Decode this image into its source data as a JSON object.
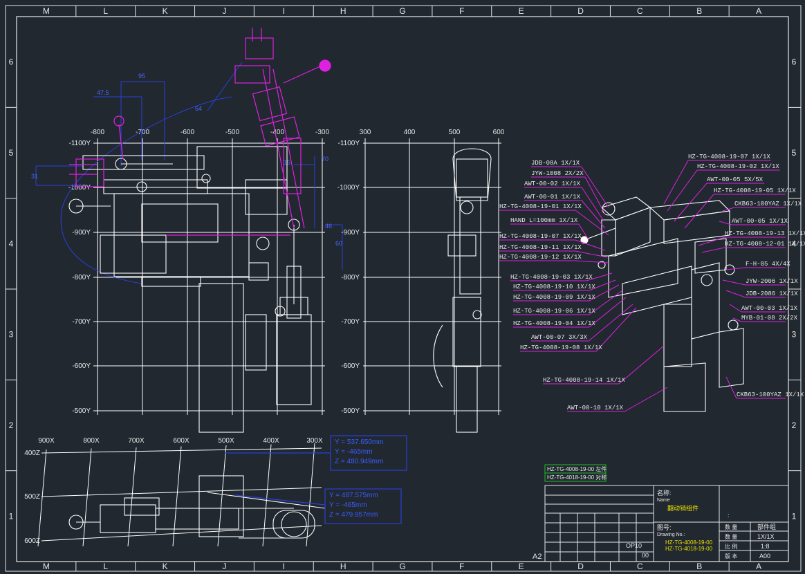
{
  "drawing": {
    "background": "#212830",
    "colors": {
      "geometry": "#ffffff",
      "magenta": "#e020e0",
      "blue": "#2b40d8",
      "yellow": "#e8e000",
      "green": "#20c020",
      "cyan": "#20b8d0"
    }
  },
  "border": {
    "columns": [
      "M",
      "L",
      "K",
      "J",
      "I",
      "H",
      "G",
      "F",
      "E",
      "D",
      "C",
      "B",
      "A"
    ],
    "rows": [
      "6",
      "5",
      "4",
      "3",
      "2",
      "1"
    ]
  },
  "front_view": {
    "x_axis": [
      "-800",
      "-700",
      "-600",
      "-500",
      "-400",
      "-300"
    ],
    "y_axis": [
      "-1100Y",
      "-1000Y",
      "-900Y",
      "-800Y",
      "-700Y",
      "-600Y",
      "-500Y"
    ],
    "dims": [
      "95",
      "47.5",
      "54",
      "70",
      "31",
      "60",
      "15",
      "46"
    ]
  },
  "side_view": {
    "x_axis": [
      "300",
      "400",
      "500",
      "600"
    ],
    "y_axis": [
      "-1100Y",
      "-1000Y",
      "-900Y",
      "-800Y",
      "-700Y",
      "-600Y",
      "-500Y"
    ]
  },
  "plan_view": {
    "x_axis": [
      "900X",
      "800X",
      "700X",
      "600X",
      "500X",
      "400X",
      "300X"
    ],
    "y_axis": [
      "400Z",
      "500Z",
      "600Z"
    ],
    "coord_box_1": [
      "Y = 537.650mm",
      "Y = -465mm",
      "Z = 480.949mm"
    ],
    "coord_box_2": [
      "Y = 487.575mm",
      "Y = -465mm",
      "Z = 479.957mm"
    ]
  },
  "callouts_left": [
    "JDB-08A  1X/1X",
    "JYW-1008  2X/2X",
    "AWT-00-02  1X/1X",
    "AWT-00-01  1X/1X",
    "HZ-TG-4008-19-01  1X/1X",
    "HAND L=100mm  1X/1X",
    "HZ-TG-4008-19-07  1X/1X",
    "HZ-TG-4008-19-11  1X/1X",
    "HZ-TG-4008-19-12  1X/1X",
    "HZ-TG-4008-19-03  1X/1X",
    "HZ-TG-4008-19-10  1X/1X",
    "HZ-TG-4008-19-09  1X/1X",
    "HZ-TG-4008-19-06  1X/1X",
    "HZ-TG-4008-19-04  1X/1X",
    "AWT-00-07  3X/3X",
    "HZ-TG-4008-19-08  1X/1X",
    "HZ-TG-4008-19-14  1X/1X",
    "AWT-00-10  1X/1X"
  ],
  "callouts_right": [
    "HZ-TG-4008-19-07  1X/1X",
    "HZ-TG-4008-19-02  1X/1X",
    "AWT-00-05  5X/5X",
    "HZ-TG-4008-19-05  1X/1X",
    "CKB63-100YAZ  1X/1X",
    "AWT-00-05  1X/1X",
    "HZ-TG-4008-19-13  1X/1X",
    "HZ-TG-4008-12-01  1X/1X",
    "F-H-05  4X/4X",
    "JYW-2006  1X/1X",
    "JDB-2086  1X/1X",
    "AWT-00-03  1X/1X",
    "MYB-01-08  2X/2X",
    "CKB63-100YAZ  1X/1X"
  ],
  "part_refs": [
    "HZ-TG-4008-19-00 左件",
    "HZ-TG-4018-19-00 对称"
  ],
  "title_block": {
    "name_label": "名称:",
    "name_label_en": "Name",
    "name_value": "翻动销组件",
    "drawing_label": "图号:",
    "drawing_label_en": "Drawing No.:",
    "drawing_no_1": "HZ-TG-4008-19-00",
    "drawing_no_2": "HZ-TG-4018-19-00",
    "quantity_label": "数 量",
    "quantity_value": "1X/1X",
    "scale_label": "比 例",
    "scale_value": "1:8",
    "version_label": "版 本",
    "version_value": "A00",
    "type_label": "部件组",
    "op": "OP10",
    "seq": "00",
    "sheet_size": "A2",
    "colon": ":"
  }
}
